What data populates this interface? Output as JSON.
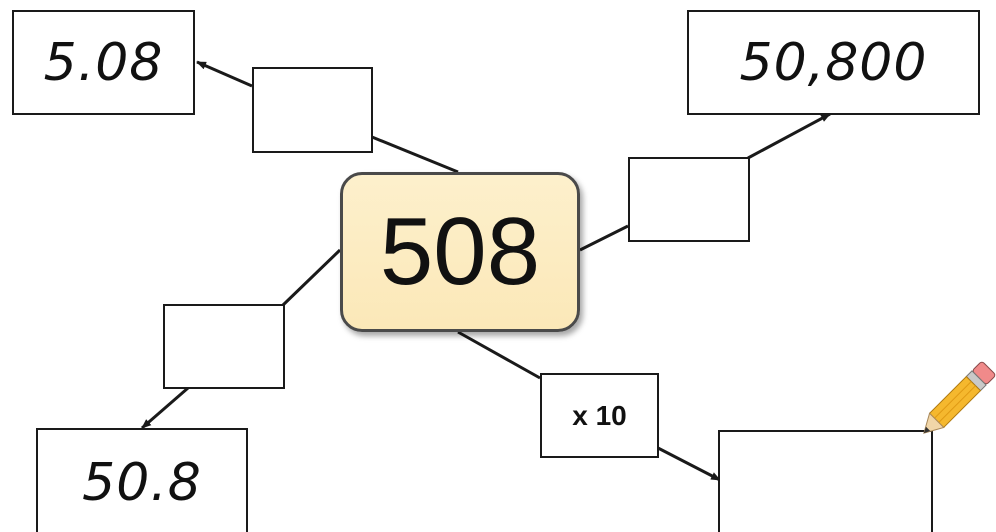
{
  "center": {
    "value": "508"
  },
  "results": {
    "top_left": "5.08",
    "top_right": "50,800",
    "bottom_left": "50.8",
    "bottom_right": ""
  },
  "operations": {
    "top_left": "",
    "right": "",
    "left": "",
    "bottom_right": "x 10"
  },
  "colors": {
    "center_fill": "#fbe8b8",
    "center_border": "#4a4a4a",
    "line": "#1a1a1a",
    "pencil_body": "#f5b82e",
    "pencil_eraser": "#f08a8a"
  },
  "icons": {
    "decoration": "pencil-icon"
  }
}
